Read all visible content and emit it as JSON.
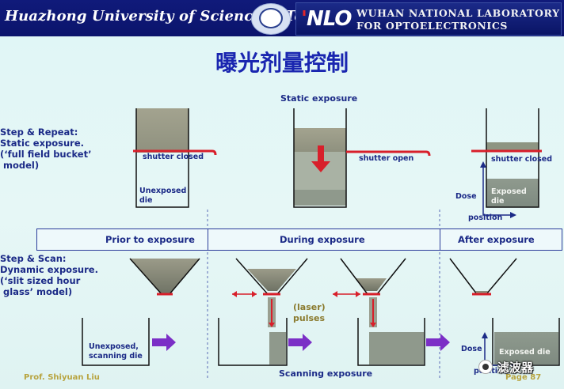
{
  "header": {
    "university": "Huazhong University of Science & Technology",
    "lab_mark": "NLO",
    "lab_line1": "WUHAN NATIONAL LABORATORY",
    "lab_line2": "FOR OPTOELECTRONICS"
  },
  "title": "曝光剂量控制",
  "top_section": {
    "heading": "Static exposure",
    "left_label": "Step & Repeat:\nStatic exposure.\n(‘full field bucket’\n model)",
    "shutter_closed_1": "shutter closed",
    "unexposed_die": "Unexposed\ndie",
    "shutter_open": "shutter open",
    "shutter_closed_2": "shutter closed",
    "dose": "Dose",
    "exposed_die": "Exposed\ndie",
    "position": "position"
  },
  "band": {
    "prior": "Prior to exposure",
    "during": "During exposure",
    "after": "After exposure"
  },
  "bottom_section": {
    "left_label": "Step & Scan:\nDynamic exposure.\n(‘slit sized hour\n glass’ model)",
    "unexposed_scanning": "Unexposed,\nscanning die",
    "laser": "(laser)",
    "pulses": "pulses",
    "dose": "Dose",
    "position": "position",
    "exposed_die": "Exposed die",
    "heading": "Scanning exposure"
  },
  "footer": {
    "left": "Prof. Shiyuan Liu",
    "right": "Page 87",
    "watermark": "滤波器"
  },
  "colors": {
    "header_bg": "#0b146c",
    "title": "#1a26b0",
    "label": "#1b2a87",
    "shutter": "#d81f2a",
    "arrow_purple": "#7b2fc6",
    "resist": "#9a9a86"
  }
}
